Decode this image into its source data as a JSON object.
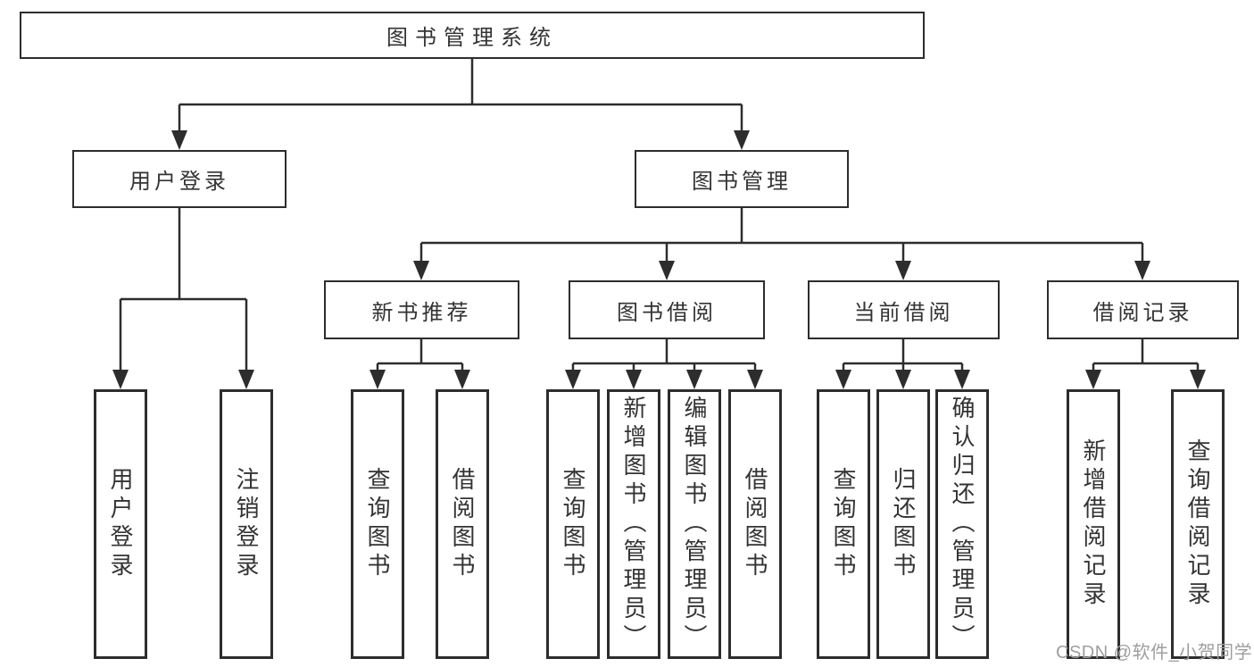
{
  "diagram_title": "图书管理系统",
  "colors": {
    "line": "#2d2d2d",
    "text": "#333333",
    "box_background": "#ffffff",
    "page_background": "#ffffff",
    "watermark": "#9e9e9e"
  },
  "nodes": {
    "root": "图书管理系统",
    "user_login": "用户登录",
    "book_management": "图书管理",
    "new_book_recommend": "新书推荐",
    "book_borrowing": "图书借阅",
    "current_borrowing": "当前借阅",
    "borrowing_records": "借阅记录",
    "leaves": {
      "user_login_leaf": "用户登录",
      "logout": "注销登录",
      "query_books_recommend": "查询图书",
      "borrow_books_recommend": "借阅图书",
      "query_books_borrowing": "查询图书",
      "add_books_admin": "新增图书（管理员）",
      "edit_books_admin": "编辑图书（管理员）",
      "borrow_books_borrowing": "借阅图书",
      "query_books_current": "查询图书",
      "return_books": "归还图书",
      "confirm_return_admin": "确认归还（管理员）",
      "add_borrow_record": "新增借阅记录",
      "query_borrow_record": "查询借阅记录"
    }
  },
  "watermark": "CSDN @软件_小贺同学"
}
